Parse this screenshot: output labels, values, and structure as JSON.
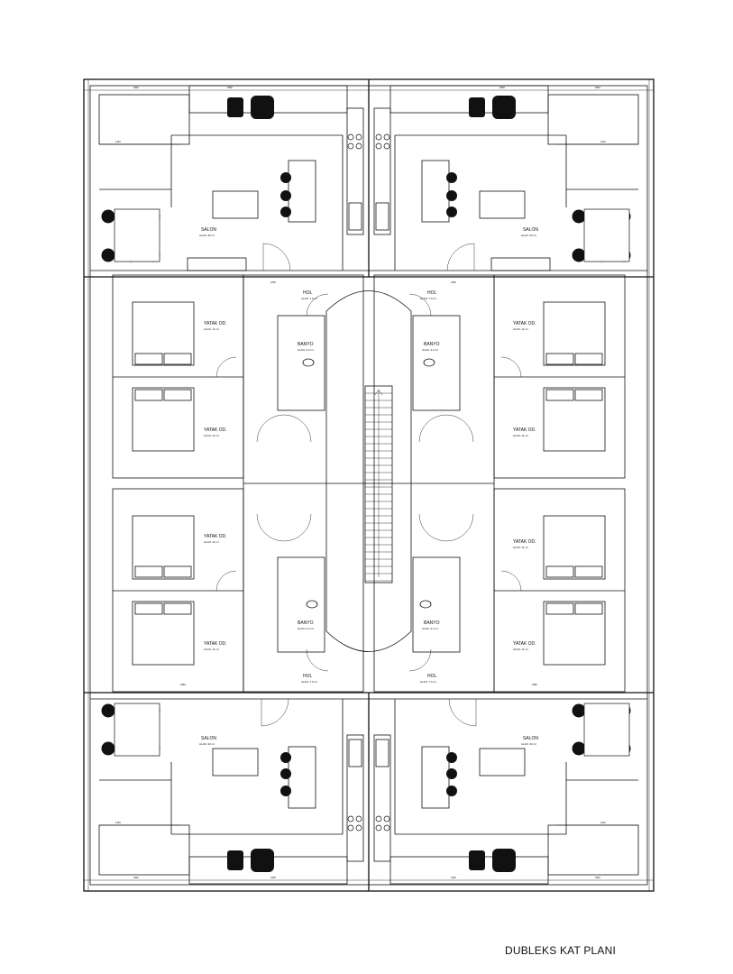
{
  "drawing_title": "DUBLEKS KAT PLANI",
  "rooms": {
    "salon": {
      "label": "SALON",
      "area": "ALAN: 32 m²"
    },
    "yatak": {
      "label": "YATAK OD.",
      "area": "ALAN: 11 m²"
    },
    "banyo": {
      "label": "BANYO",
      "area": "ALAN: 3.2 m²"
    },
    "hol": {
      "label": "HOL",
      "area": "ALAN: 7.6 m²"
    }
  },
  "dims": {
    "d1": "3940",
    "d2": "1440",
    "d3": "2960",
    "d4": "1050",
    "d5": "4060",
    "d6": "2580",
    "d7": "1990"
  },
  "colors": {
    "line": "#111111",
    "background": "#ffffff"
  }
}
